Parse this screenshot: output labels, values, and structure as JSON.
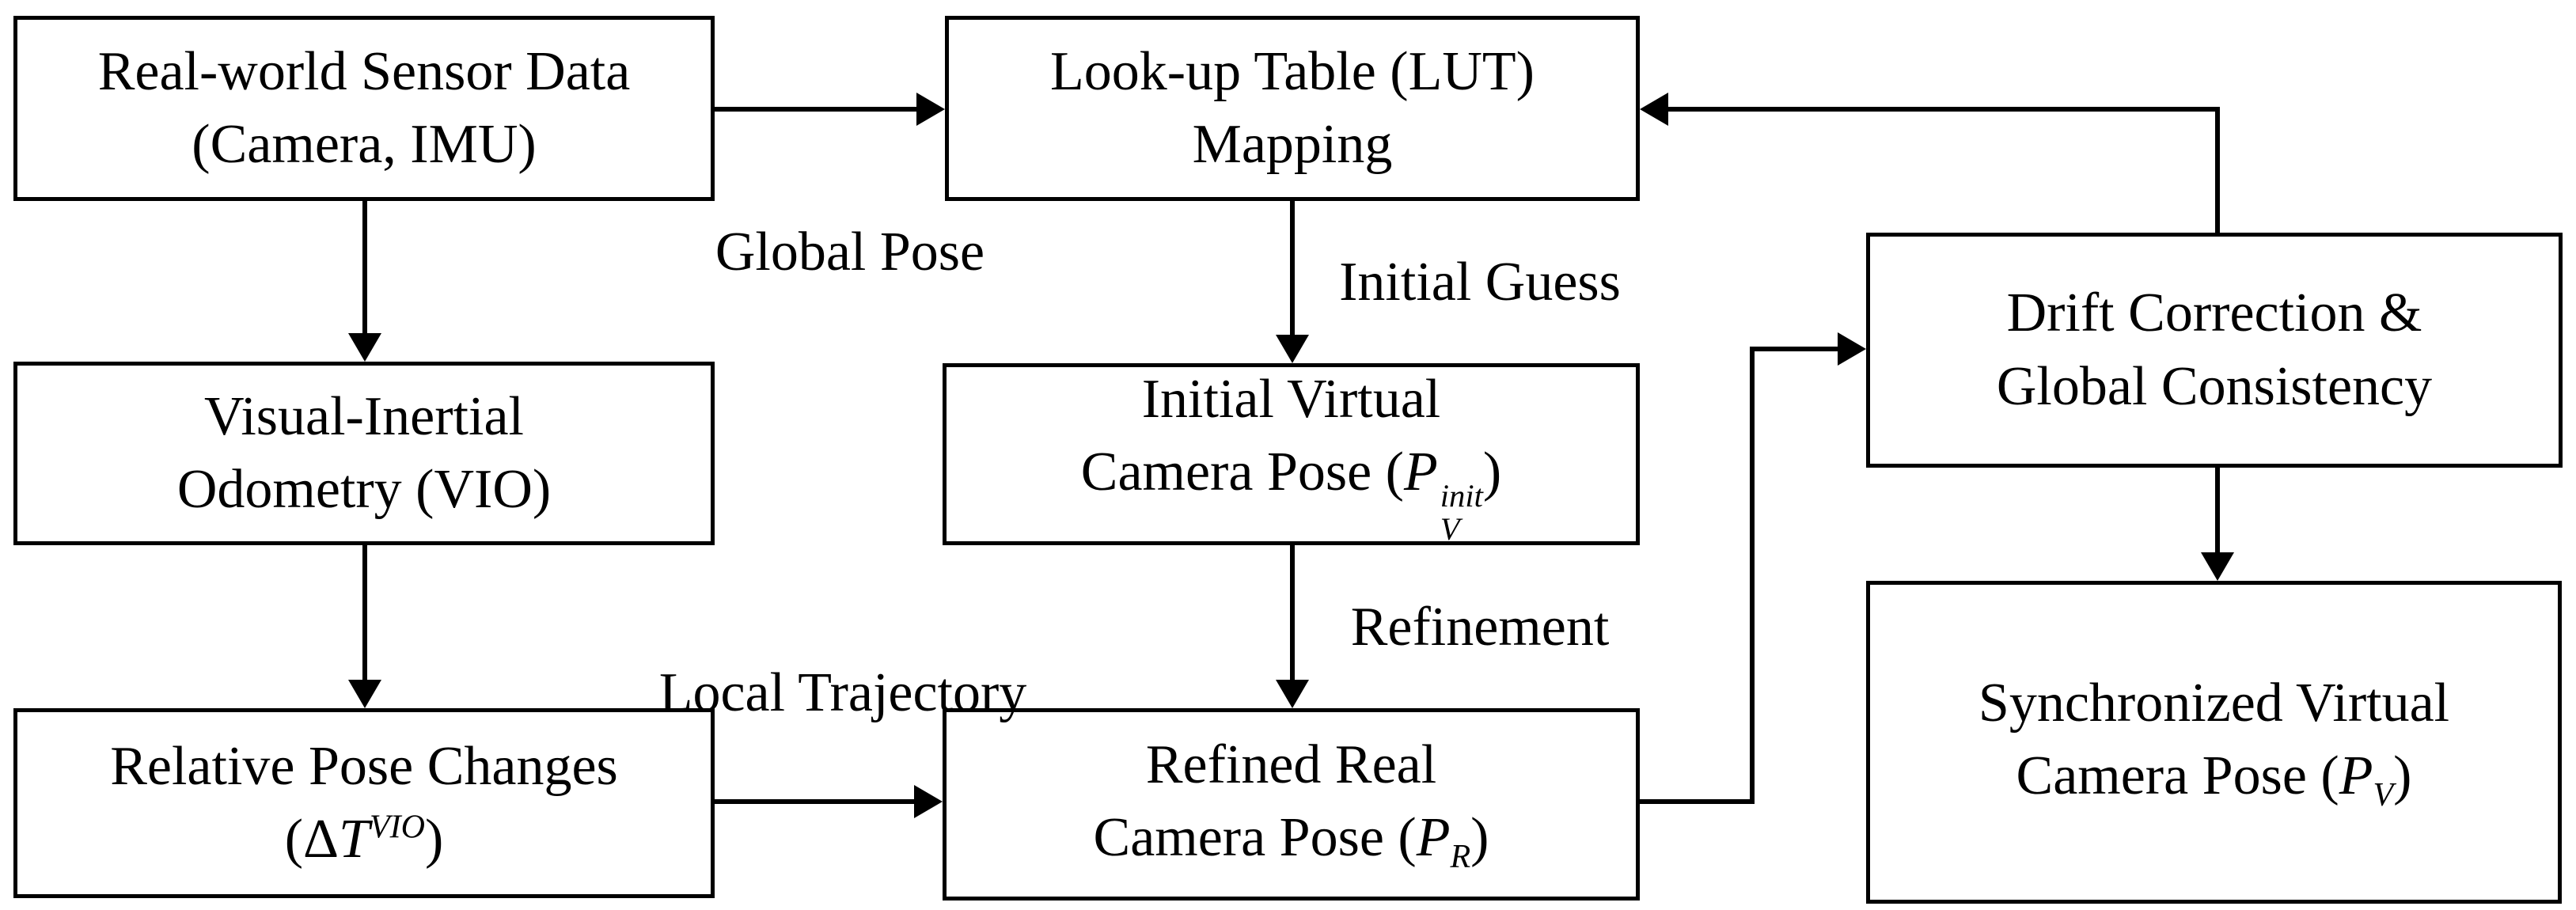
{
  "diagram": {
    "background_color": "#ffffff",
    "line_color": "#000000",
    "nodes": {
      "sensor": {
        "line1": "Real-world Sensor Data",
        "line2": "(Camera, IMU)"
      },
      "lut": {
        "line1": "Look-up Table (LUT)",
        "line2": "Mapping"
      },
      "vio": {
        "line1": "Visual-Inertial",
        "line2": "Odometry (VIO)"
      },
      "relpose": {
        "line1": "Relative Pose Changes",
        "formula": {
          "open": "(",
          "delta": "Δ",
          "var": "T",
          "sup": "VIO",
          "close": ")"
        }
      },
      "initpose": {
        "line1": "Initial Virtual",
        "line2_prefix": "Camera Pose (",
        "formula": {
          "var": "P",
          "sup": "init",
          "sub": "V",
          "close": ")"
        }
      },
      "refined": {
        "line1": "Refined Real",
        "line2_prefix": "Camera Pose (",
        "formula": {
          "var": "P",
          "sub": "R",
          "close": ")"
        }
      },
      "drift": {
        "line1": "Drift Correction &",
        "line2": "Global Consistency"
      },
      "sync": {
        "line1": "Synchronized Virtual",
        "line2_prefix": "Camera Pose (",
        "formula": {
          "var": "P",
          "sub": "V",
          "close": ")"
        }
      }
    },
    "edge_labels": {
      "global_pose": "Global Pose",
      "initial_guess": "Initial Guess",
      "local_trajectory": "Local Trajectory",
      "refinement": "Refinement"
    }
  }
}
